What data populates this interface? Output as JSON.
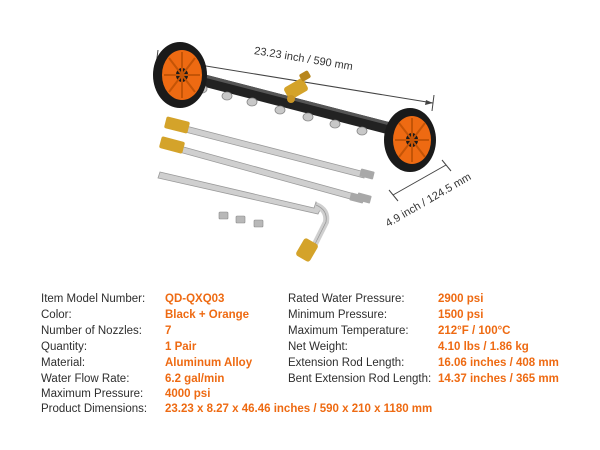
{
  "dimensions": {
    "length_label": "23.23 inch / 590 mm",
    "width_label": "4.9 inch / 124.5 mm"
  },
  "colors": {
    "accent": "#ee6a12",
    "wheel_tire": "#1a1a1a",
    "bar": "#222222",
    "nozzle": "#c8c8c8",
    "brass": "#d4a32a",
    "rod": "#cfcfcf"
  },
  "specs_left": [
    {
      "label": "Item Model Number:",
      "value": "QD-QXQ03"
    },
    {
      "label": "Color:",
      "value": "Black + Orange"
    },
    {
      "label": "Number of Nozzles:",
      "value": "7"
    },
    {
      "label": "Quantity:",
      "value": "1 Pair"
    },
    {
      "label": "Material:",
      "value": "Aluminum Alloy"
    },
    {
      "label": "Water Flow Rate:",
      "value": "6.2 gal/min"
    },
    {
      "label": "Maximum Pressure:",
      "value": "4000 psi"
    },
    {
      "label": "Product Dimensions:",
      "value": "23.23 x 8.27 x 46.46 inches / 590 x 210 x 1180 mm"
    }
  ],
  "specs_right": [
    {
      "label": "Rated Water Pressure:",
      "value": "2900 psi"
    },
    {
      "label": "Minimum Pressure:",
      "value": "1500 psi"
    },
    {
      "label": "Maximum Temperature:",
      "value": "212°F / 100°C"
    },
    {
      "label": "Net Weight:",
      "value": "4.10 lbs / 1.86 kg"
    },
    {
      "label": "Extension Rod Length:",
      "value": "16.06 inches / 408 mm"
    },
    {
      "label": "Bent Extension Rod Length:",
      "value": "14.37 inches / 365 mm"
    }
  ]
}
